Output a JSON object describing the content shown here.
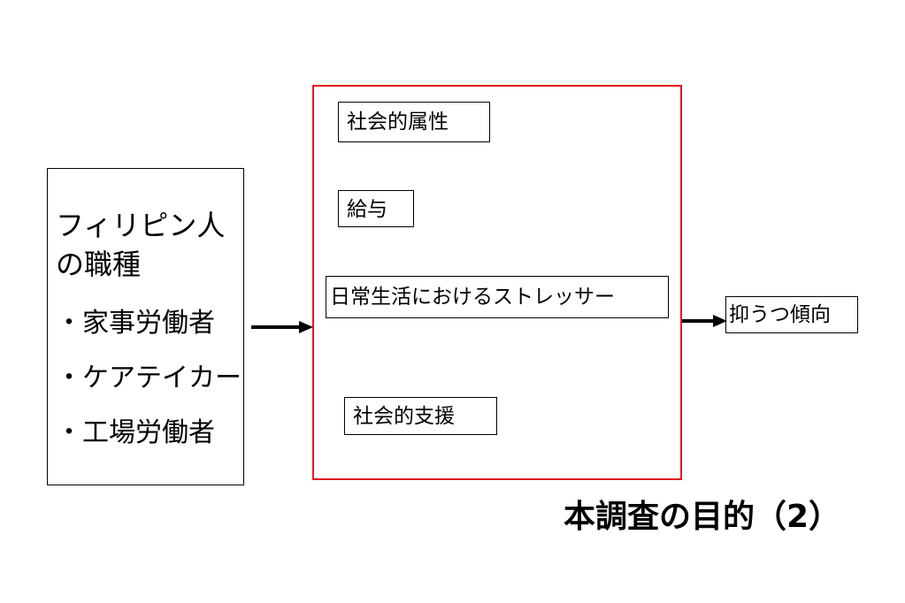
{
  "diagram": {
    "left_box": {
      "title": "フィリピン人の職種",
      "items": [
        "・家事労働者",
        "・ケアテイカー",
        "・工場労働者"
      ]
    },
    "factors": [
      "社会的属性",
      "給与",
      "日常生活におけるストレッサー",
      "社会的支援"
    ],
    "outcome": "抑うつ傾向",
    "title": "本調査の目的（2）",
    "colors": {
      "frame": "#e0191e",
      "box_border": "#000000",
      "arrow": "#000000"
    }
  }
}
